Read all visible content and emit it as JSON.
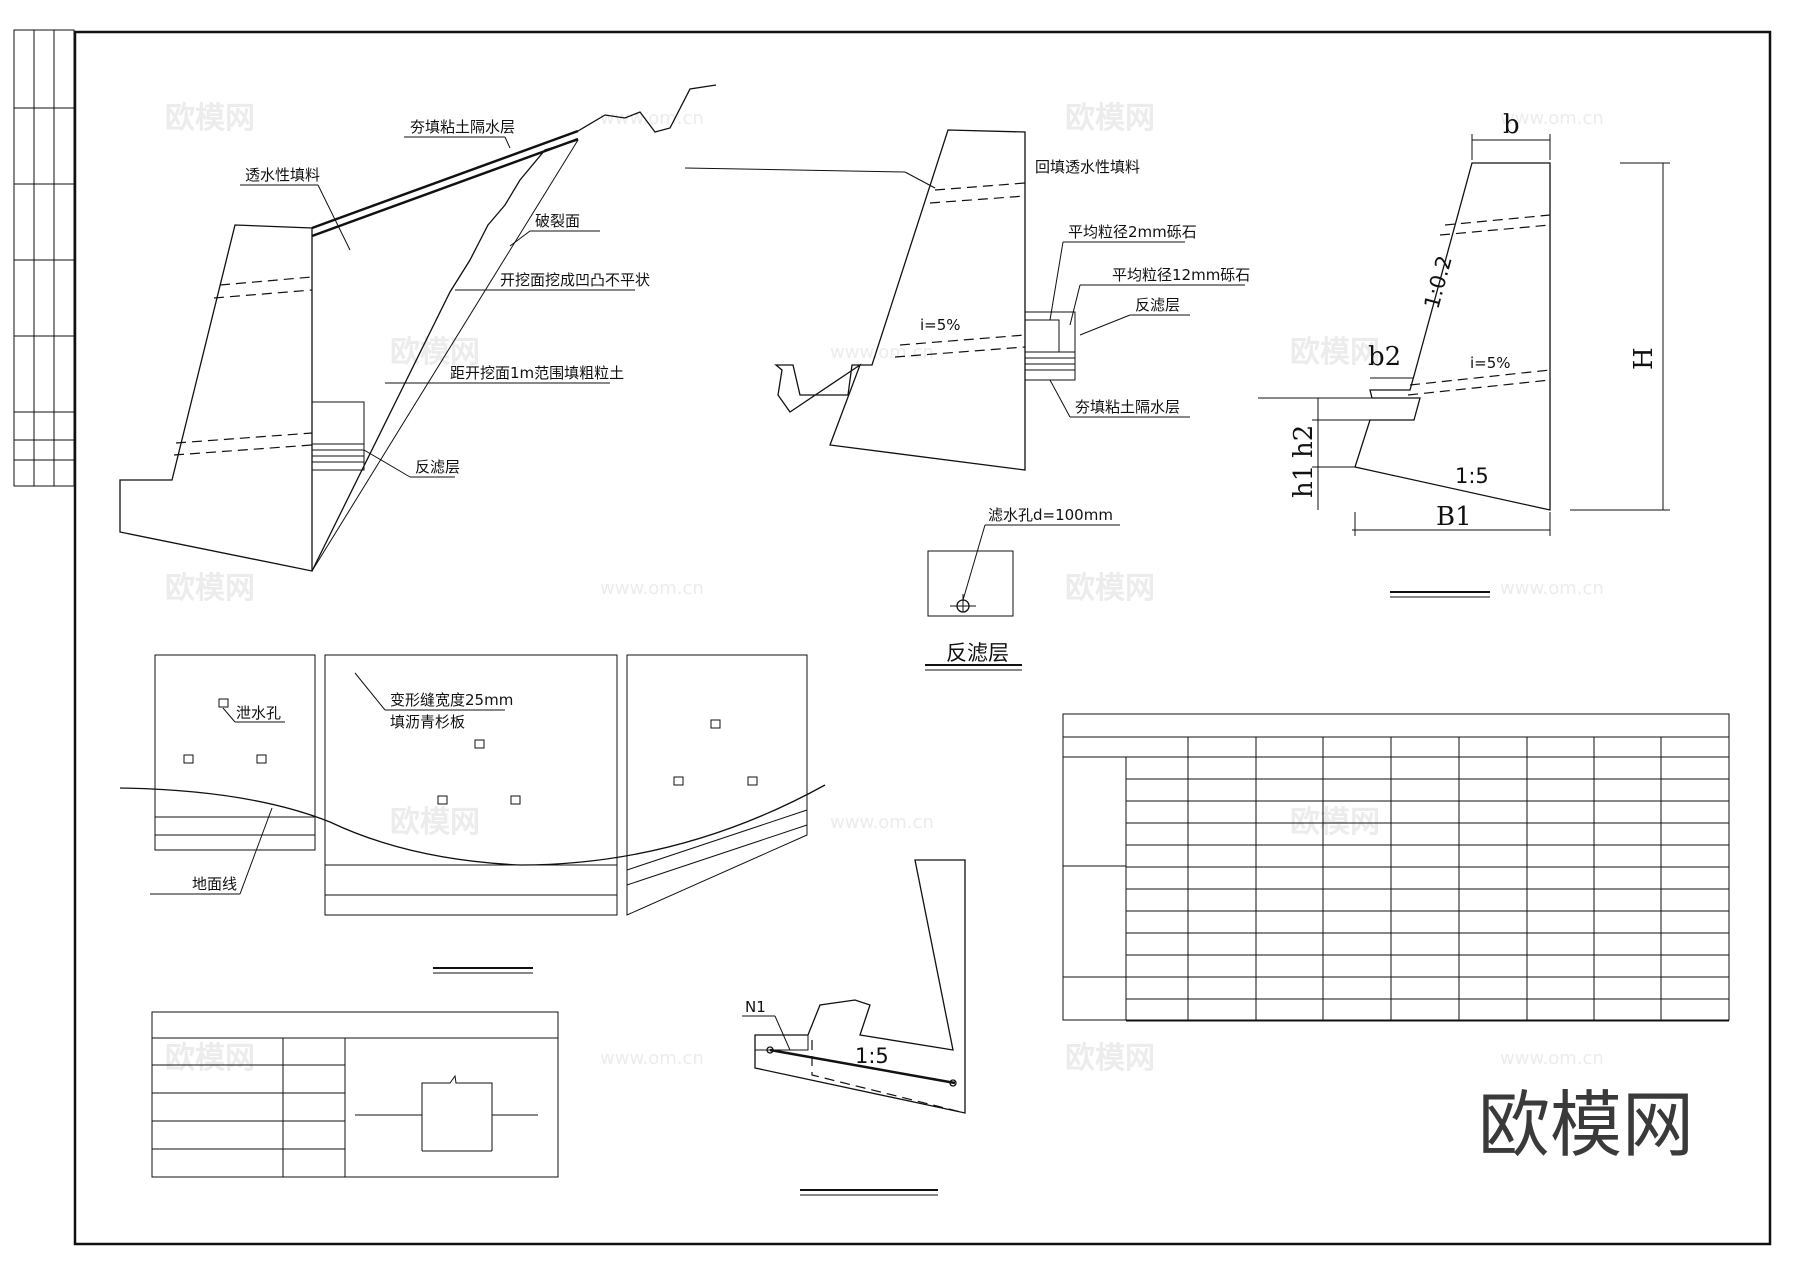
{
  "colors": {
    "line": "#111111",
    "watermark": "#ececec",
    "logo": "#3a3a3a"
  },
  "left_section": {
    "clay_layer": "夯填粘土隔水层",
    "permeable_fill": "透水性填料",
    "fracture_surface": "破裂面",
    "excavation_surface": "开挖面挖成凹凸不平状",
    "coarse_soil": "距开挖面1m范围填粗粒土",
    "filter_layer": "反滤层"
  },
  "middle_section": {
    "backfill": "回填透水性填料",
    "gravel_2mm": "平均粒径2mm砾石",
    "gravel_12mm": "平均粒径12mm砾石",
    "filter_layer": "反滤层",
    "clay_layer": "夯填粘土隔水层",
    "slope": "i=5%"
  },
  "drain_detail": {
    "hole": "滤水孔d=100mm",
    "title": "反滤层"
  },
  "dimension_section": {
    "b": "b",
    "b2": "b2",
    "h1": "h1",
    "h2": "h2",
    "B1": "B1",
    "H": "H",
    "ratio_back": "1:0.2",
    "ratio_base": "1:5",
    "slope": "i=5%"
  },
  "elevation": {
    "drain_hole": "泄水孔",
    "joint_width": "变形缝宽度25mm",
    "joint_fill": "填沥青杉板",
    "ground_line": "地面线"
  },
  "rebar_section": {
    "bar": "N1",
    "ratio": "1:5"
  },
  "watermark": {
    "brand": "欧模网",
    "url": "www.om.cn"
  }
}
